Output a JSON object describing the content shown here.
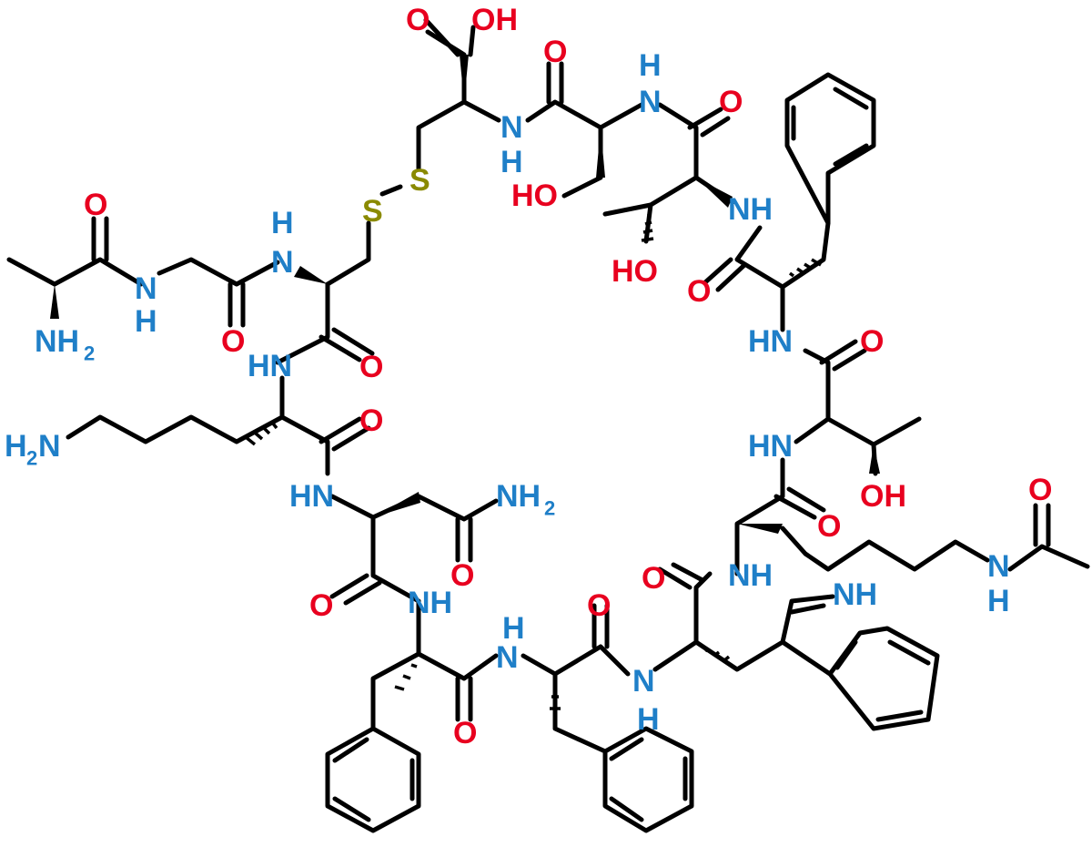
{
  "colors": {
    "nitrogen": "#1f7fc8",
    "oxygen": "#e8001f",
    "sulfur": "#8a8a00",
    "bond": "#000000"
  },
  "labels": {
    "O": "O",
    "OH": "OH",
    "HO": "HO",
    "N": "N",
    "H": "H",
    "HN": "HN",
    "NH": "NH",
    "NH2_main": "NH",
    "H2N_main": "H",
    "N_main": "N",
    "sub2": "2",
    "S": "S"
  }
}
